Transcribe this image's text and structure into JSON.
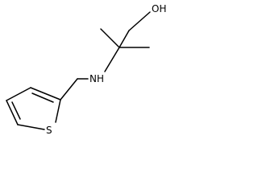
{
  "molecule": {
    "labels": {
      "hydroxyl": "OH",
      "amine": "NH",
      "sulfur": "S"
    }
  }
}
